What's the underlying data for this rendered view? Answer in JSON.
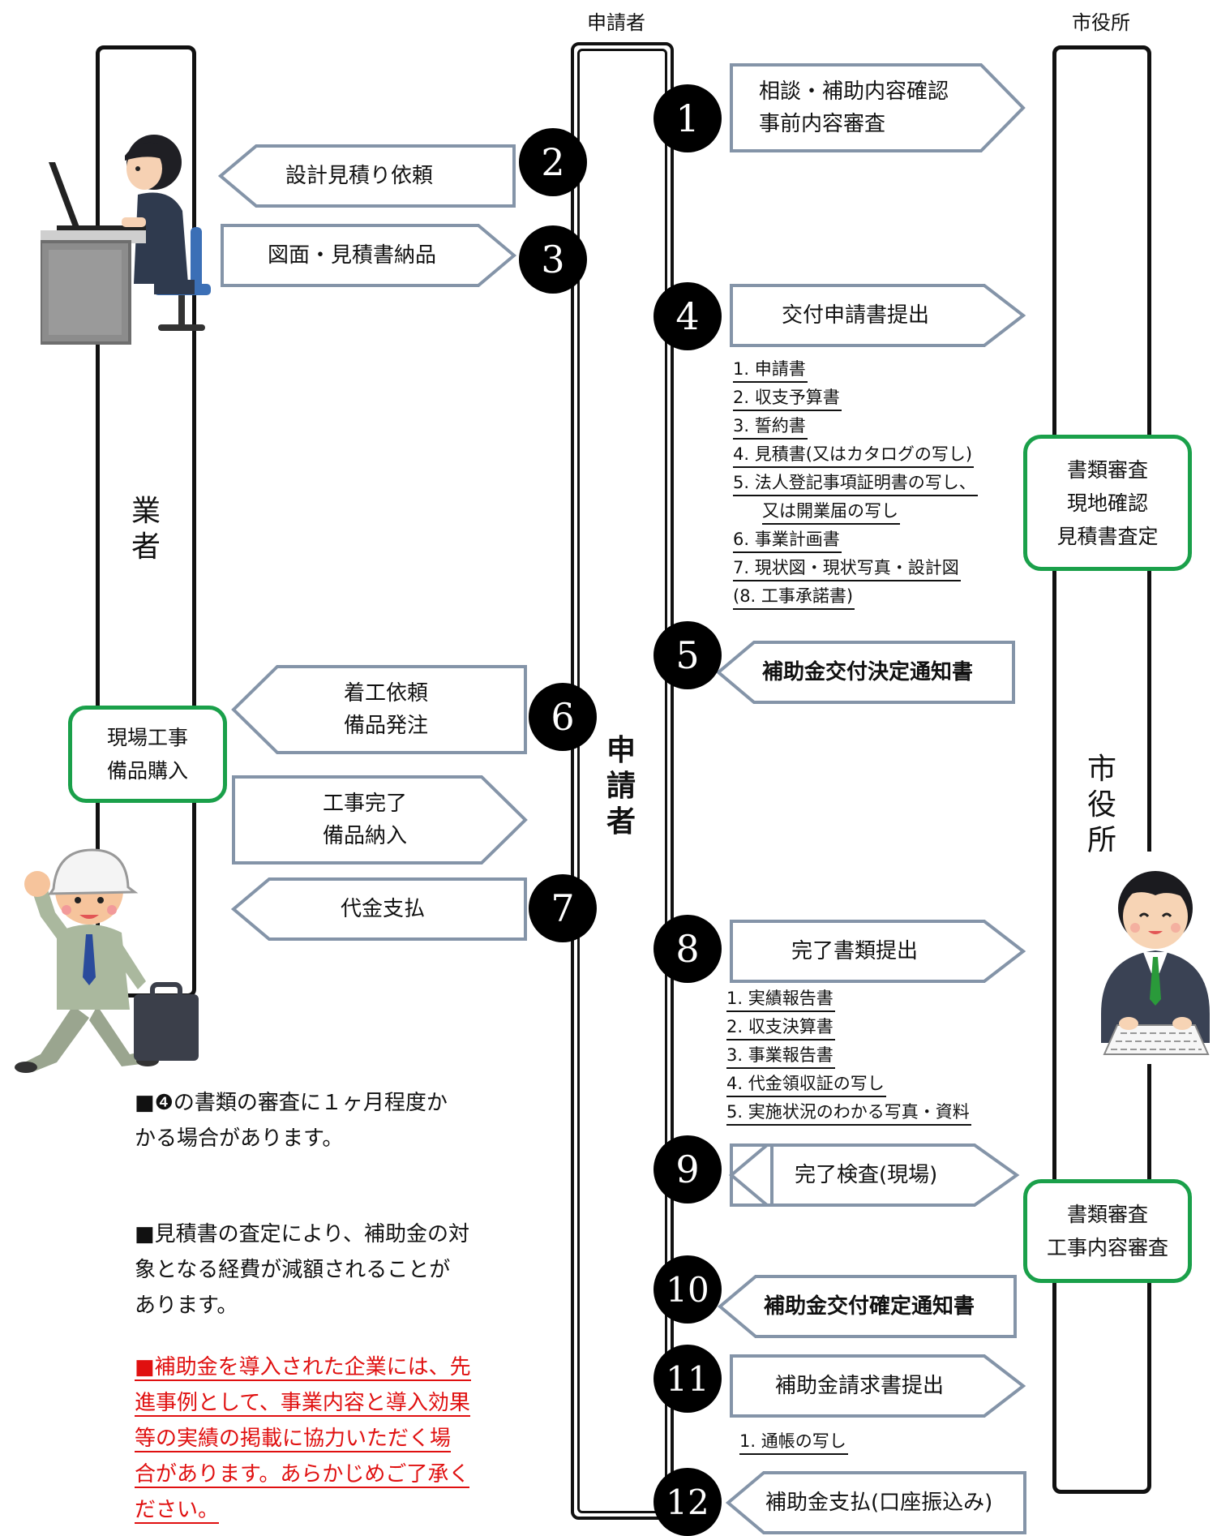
{
  "columns": {
    "applicant_head": "申請者",
    "city_head": "市役所"
  },
  "lanes": {
    "vendor": "業者",
    "applicant": "申請者",
    "city": "市役所"
  },
  "steps": [
    {
      "num": "1",
      "lines": [
        "相談・補助内容確認",
        "事前内容審査"
      ],
      "direction": "right"
    },
    {
      "num": "2",
      "lines": [
        "設計見積り依頼"
      ],
      "direction": "left"
    },
    {
      "num": "3",
      "lines": [
        "図面・見積書納品"
      ],
      "direction": "right"
    },
    {
      "num": "4",
      "lines": [
        "交付申請書提出"
      ],
      "direction": "right"
    },
    {
      "num": "5",
      "lines": [
        "補助金交付決定通知書"
      ],
      "direction": "left"
    },
    {
      "num": "6",
      "lines": [
        "着工依頼",
        "備品発注"
      ],
      "direction": "left"
    },
    {
      "num": "",
      "lines": [
        "工事完了",
        "備品納入"
      ],
      "direction": "right"
    },
    {
      "num": "7",
      "lines": [
        "代金支払"
      ],
      "direction": "left"
    },
    {
      "num": "8",
      "lines": [
        "完了書類提出"
      ],
      "direction": "right"
    },
    {
      "num": "9",
      "lines": [
        "完了検査(現場)"
      ],
      "direction": "left"
    },
    {
      "num": "10",
      "lines": [
        "補助金交付確定通知書"
      ],
      "direction": "left"
    },
    {
      "num": "11",
      "lines": [
        "補助金請求書提出"
      ],
      "direction": "right"
    },
    {
      "num": "12",
      "lines": [
        "補助金支払(口座振込み)"
      ],
      "direction": "left"
    }
  ],
  "doc_lists": {
    "application": [
      "1. 申請書",
      "2. 収支予算書",
      "3. 誓約書",
      "4. 見積書(又はカタログの写し)",
      "5. 法人登記事項証明書の写し、",
      "又は開業届の写し",
      "6. 事業計画書",
      "7. 現状図・現状写真・設計図",
      "(8. 工事承諾書)"
    ],
    "completion": [
      "1. 実績報告書",
      "2. 収支決算書",
      "3. 事業報告書",
      "4. 代金領収証の写し",
      "5. 実施状況のわかる写真・資料"
    ],
    "claim": [
      "1. 通帳の写し"
    ]
  },
  "green_boxes": {
    "city_review": [
      "書類審査",
      "現地確認",
      "見積書査定"
    ],
    "city_inspect": [
      "書類審査",
      "工事内容審査"
    ],
    "vendor_work": [
      "現場工事",
      "備品購入"
    ]
  },
  "notes": {
    "n1": [
      "■❹の書類の審査に１ヶ月程度か",
      "かる場合があります。"
    ],
    "n2": [
      "■見積書の査定により、補助金の対",
      "象となる経費が減額されることが",
      "あります。"
    ],
    "n3": [
      "■補助金を導入された企業には、先",
      "進事例として、事業内容と導入効果",
      "等の実績の掲載に協力いただく場",
      "合があります。あらかじめご了承く",
      "ださい。"
    ]
  },
  "colors": {
    "green": "#1aa04a",
    "arrow_stroke": "#8494a8",
    "red": "#e01010"
  },
  "icons": {
    "vendor_office": "office-worker-icon",
    "vendor_runner": "worker-running-icon",
    "city_staff": "city-staff-icon"
  }
}
